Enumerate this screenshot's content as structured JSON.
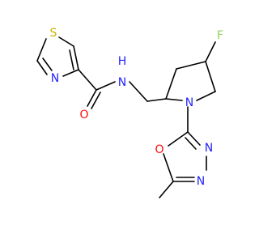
{
  "molecule": {
    "atoms": {
      "sulfur": "S",
      "thiazole_n": "N",
      "amide_n": "N",
      "amide_h": "H",
      "carbonyl_o": "O",
      "fluorine": "F",
      "pyrrolidine_n": "N",
      "oxadiazole_o": "O",
      "oxadiazole_n3": "N",
      "oxadiazole_n4": "N"
    },
    "colors": {
      "sulfur": "#c8b400",
      "nitrogen": "#2424ff",
      "oxygen": "#ff0d0d",
      "fluorine": "#8fd35a",
      "carbon": "#000000"
    }
  }
}
